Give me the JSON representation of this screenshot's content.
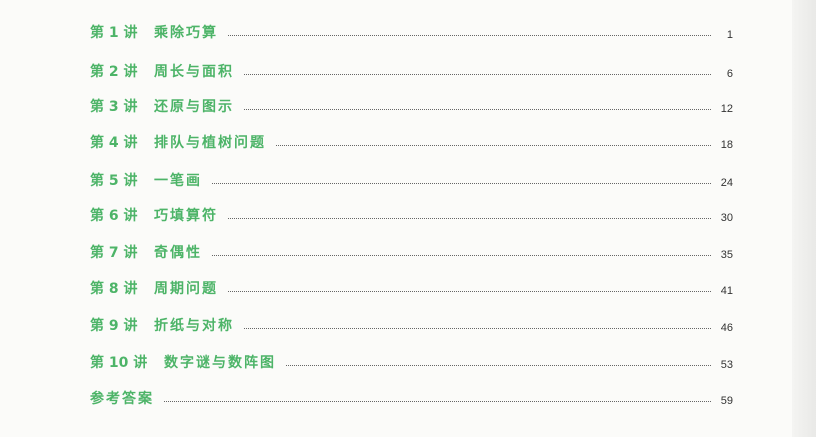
{
  "toc": [
    {
      "num": "第 1 讲",
      "title": "乘除巧算",
      "page": "1"
    },
    {
      "num": "第 2 讲",
      "title": "周长与面积",
      "page": "6"
    },
    {
      "num": "第 3 讲",
      "title": "还原与图示",
      "page": "12"
    },
    {
      "num": "第 4 讲",
      "title": "排队与植树问题",
      "page": "18"
    },
    {
      "num": "第 5 讲",
      "title": "一笔画",
      "page": "24"
    },
    {
      "num": "第 6 讲",
      "title": "巧填算符",
      "page": "30"
    },
    {
      "num": "第 7 讲",
      "title": "奇偶性",
      "page": "35"
    },
    {
      "num": "第 8 讲",
      "title": "周期问题",
      "page": "41"
    },
    {
      "num": "第 9 讲",
      "title": "折纸与对称",
      "page": "46"
    },
    {
      "num": "第 10 讲",
      "title": "数字谜与数阵图",
      "page": "53"
    }
  ],
  "answers": {
    "title": "参考答案",
    "page": "59"
  }
}
